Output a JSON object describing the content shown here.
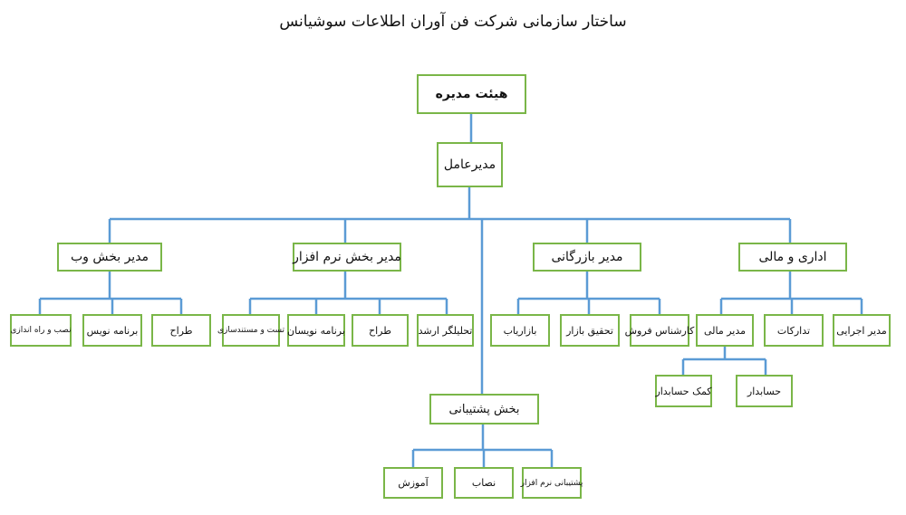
{
  "title": "ساختار سازمانی شرکت فن آوران اطلاعات سوشیانس",
  "colors": {
    "box_border": "#7ab648",
    "connector": "#5b9bd5"
  },
  "nodes": {
    "board": "هیئت مدیره",
    "ceo": "مدیرعامل",
    "web_manager": "مدیر بخش وب",
    "software_manager": "مدیر بخش نرم افزار",
    "commerce_manager": "مدیر بازرگانی",
    "admin_finance": "اداری و مالی",
    "web_installer": "نصب و راه اندازی",
    "web_programmer": "برنامه نویس",
    "web_designer": "طراح",
    "sw_tester": "تست و مستندسازی",
    "sw_programmers": "برنامه نویسان",
    "sw_designer": "طراح",
    "sw_senior_analyst": "تحلیلگر ارشد",
    "marketer": "بازاریاب",
    "market_research": "تحقیق بازار",
    "sales_expert": "کارشناس فروش",
    "finance_manager": "مدیر مالی",
    "procurement": "تدارکات",
    "executive_manager": "مدیر اجرایی",
    "assistant_accountant": "کمک حسابدار",
    "accountant": "حسابدار",
    "support_dept": "بخش پشتیبانی",
    "training": "آموزش",
    "installer": "نصاب",
    "software_support": "پشتیبانی نرم افزار"
  }
}
